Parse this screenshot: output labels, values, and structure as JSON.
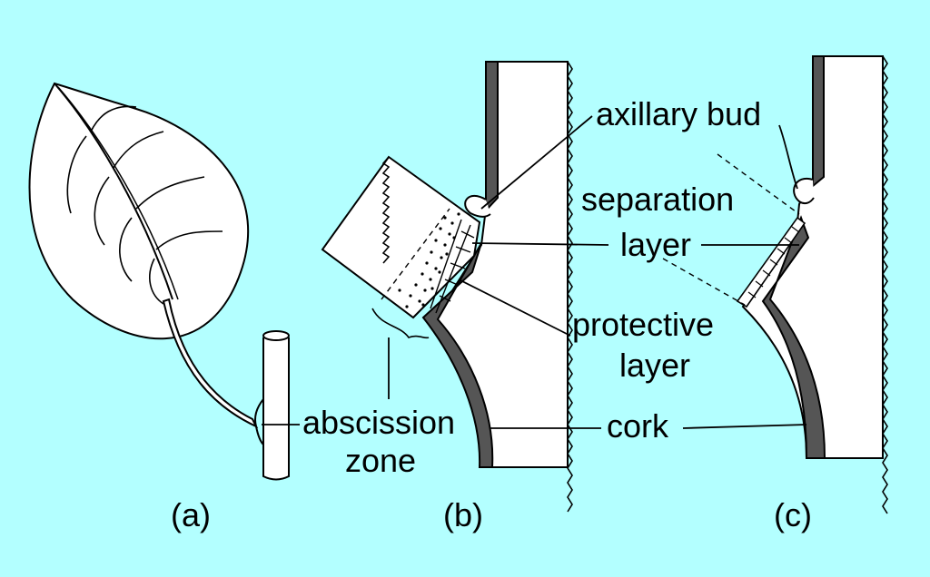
{
  "colors": {
    "background": "#b3ffff",
    "line": "#000000",
    "fill": "#ffffff",
    "cork": "#555555"
  },
  "panels": {
    "a": {
      "caption": "(a)"
    },
    "b": {
      "caption": "(b)"
    },
    "c": {
      "caption": "(c)"
    }
  },
  "labels": {
    "axillary_bud": "axillary bud",
    "separation_line1": "separation",
    "separation_line2": "layer",
    "protective_line1": "protective",
    "protective_line2": "layer",
    "cork": "cork",
    "abscission_line1": "abscission",
    "abscission_line2": "zone"
  }
}
